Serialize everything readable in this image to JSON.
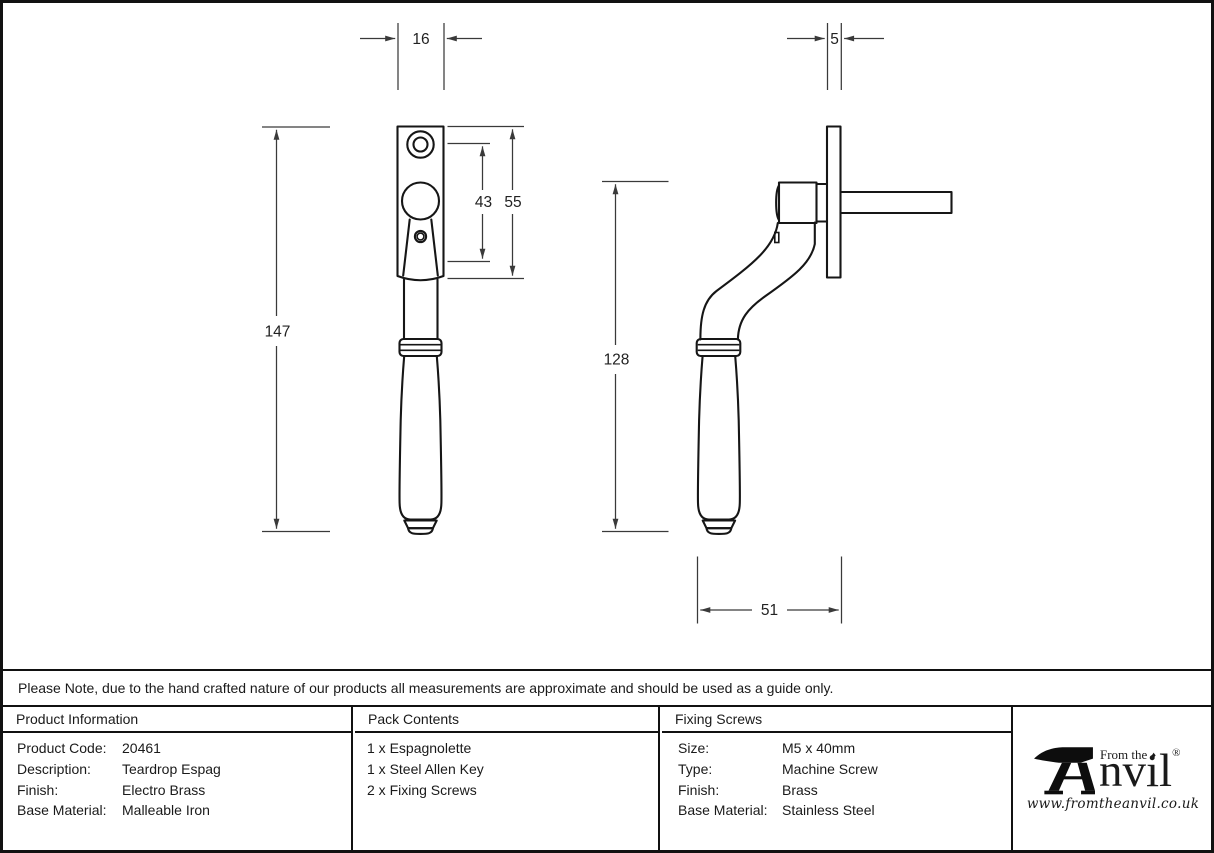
{
  "drawing": {
    "front_view": {
      "dim_width": "16",
      "dim_hole_spacing": "43",
      "dim_plate_height": "55",
      "dim_total_height": "147"
    },
    "side_view": {
      "dim_plate_thickness": "5",
      "dim_handle_height": "128",
      "dim_projection": "51"
    }
  },
  "note": {
    "text": "Please Note, due to the hand crafted nature of our products all measurements are approximate and should be used as a guide only."
  },
  "table": {
    "product_info": {
      "header": "Product Information",
      "rows": [
        {
          "label": "Product Code:",
          "value": "20461"
        },
        {
          "label": "Description:",
          "value": "Teardrop Espag"
        },
        {
          "label": "Finish:",
          "value": "Electro Brass"
        },
        {
          "label": "Base Material:",
          "value": "Malleable Iron"
        }
      ]
    },
    "pack_contents": {
      "header": "Pack Contents",
      "items": [
        "1 x Espagnolette",
        "1 x Steel Allen Key",
        "2 x Fixing Screws"
      ]
    },
    "fixing_screws": {
      "header": "Fixing Screws",
      "rows": [
        {
          "label": "Size:",
          "value": "M5 x 40mm"
        },
        {
          "label": "Type:",
          "value": "Machine Screw"
        },
        {
          "label": "Finish:",
          "value": "Brass"
        },
        {
          "label": "Base Material:",
          "value": "Stainless Steel"
        }
      ]
    }
  },
  "logo": {
    "brand_prefix": "From the",
    "diamond": "♦",
    "brand_name_rest": "nvil",
    "registered": "®",
    "url": "www.fromtheanvil.co.uk"
  },
  "colors": {
    "line": "#161616",
    "dimension_line": "#3a3a3a",
    "background": "#ffffff"
  }
}
